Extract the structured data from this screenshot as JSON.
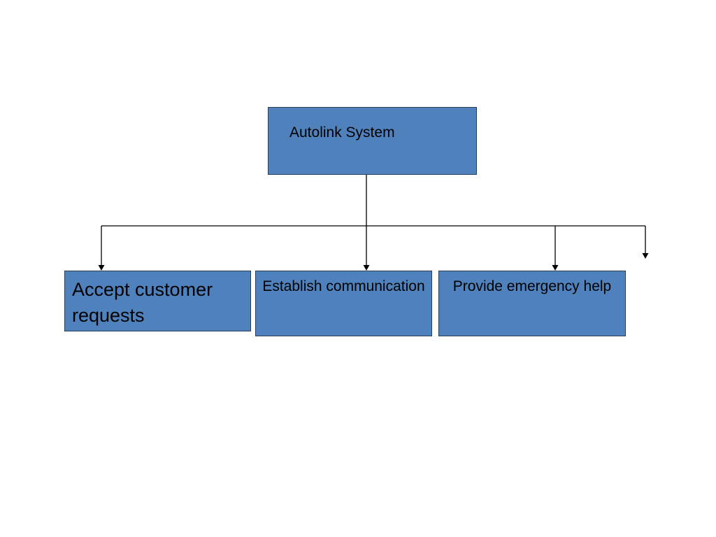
{
  "diagram": {
    "root": {
      "label": "Autolink System"
    },
    "children": [
      {
        "label": "Accept customer requests"
      },
      {
        "label": "Establish communication"
      },
      {
        "label": "Provide emergency help"
      }
    ],
    "colors": {
      "box_fill": "#4f81bd",
      "box_border": "#2b3d57",
      "connector": "#000000",
      "text": "#000000"
    }
  }
}
